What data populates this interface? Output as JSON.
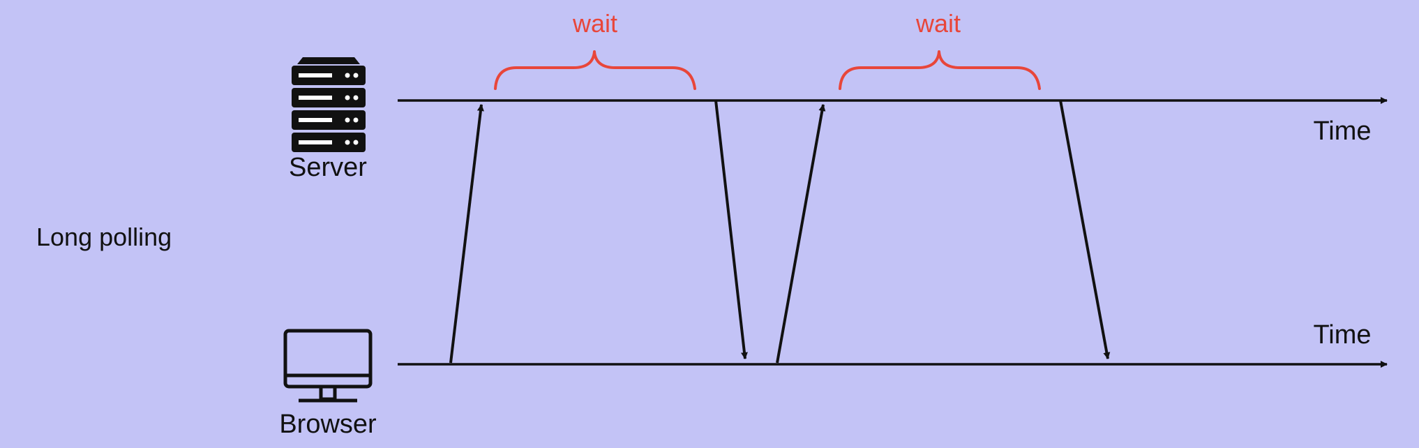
{
  "title": "Long polling",
  "server": {
    "label": "Server",
    "icon": "server-icon"
  },
  "browser": {
    "label": "Browser",
    "icon": "monitor-icon"
  },
  "timelines": {
    "server_axis_label": "Time",
    "browser_axis_label": "Time"
  },
  "waits": [
    {
      "label": "wait"
    },
    {
      "label": "wait"
    }
  ],
  "messages": [
    {
      "direction": "browser-to-server",
      "name": "request-1"
    },
    {
      "direction": "server-to-browser",
      "name": "response-1"
    },
    {
      "direction": "browser-to-server",
      "name": "request-2"
    },
    {
      "direction": "server-to-browser",
      "name": "response-2"
    }
  ],
  "colors": {
    "background": "#c3c3f6",
    "line": "#111111",
    "wait_accent": "#e8463a"
  }
}
